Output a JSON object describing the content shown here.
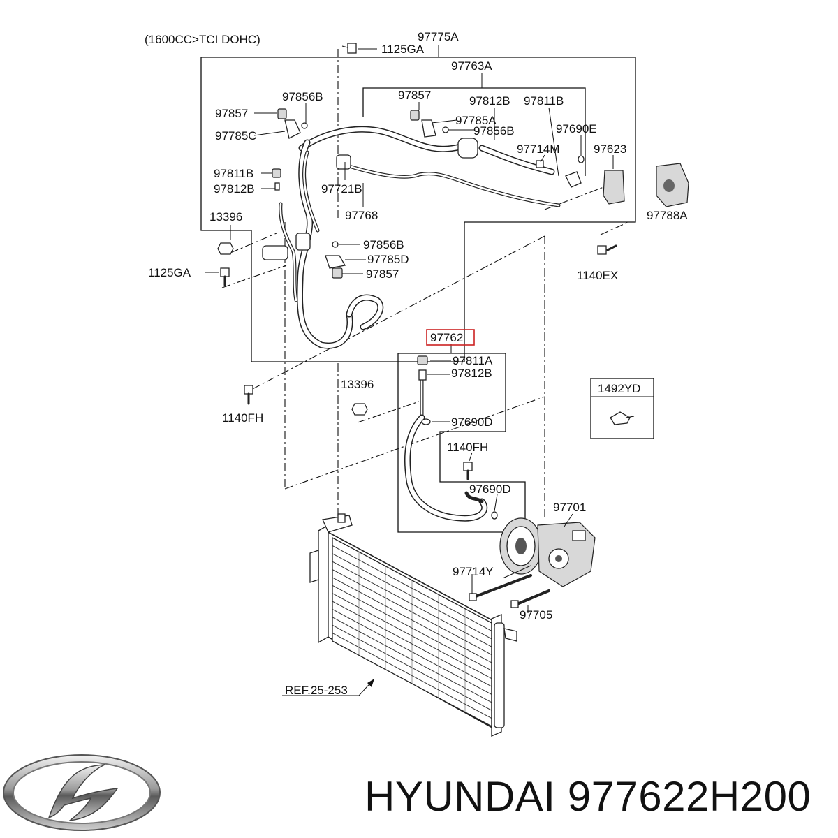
{
  "diagram": {
    "subtitle": "(1600CC>TCI DOHC)",
    "highlight_color": "#cc2222",
    "labels": {
      "p97775A": "97775A",
      "p1125GA_top": "1125GA",
      "p97763A": "97763A",
      "p97856B_1": "97856B",
      "p97857_1": "97857",
      "p97812B_1": "97812B",
      "p97811B_1": "97811B",
      "p97857_2": "97857",
      "p97785C": "97785C",
      "p97785A": "97785A",
      "p97856B_2": "97856B",
      "p97690E": "97690E",
      "p97714M": "97714M",
      "p97623": "97623",
      "p97811B_2": "97811B",
      "p97812B_2": "97812B",
      "p97721B": "97721B",
      "p97768": "97768",
      "p97788A": "97788A",
      "p13396_1": "13396",
      "p97856B_3": "97856B",
      "p97785D": "97785D",
      "p1125GA_left": "1125GA",
      "p97857_3": "97857",
      "p1140EX": "1140EX",
      "p97762": "97762",
      "p97811A": "97811A",
      "p97812B_3": "97812B",
      "p13396_2": "13396",
      "p1492YD": "1492YD",
      "p1140FH_1": "1140FH",
      "p97690D_1": "97690D",
      "p1140FH_2": "1140FH",
      "p97690D_2": "97690D",
      "p97701": "97701",
      "p97714Y": "97714Y",
      "p97705": "97705",
      "pREF": "REF.25-253"
    }
  },
  "footer": {
    "brand": "HYUNDAI",
    "part_number": "977622H200",
    "logo_icon": "hyundai-logo-icon"
  }
}
